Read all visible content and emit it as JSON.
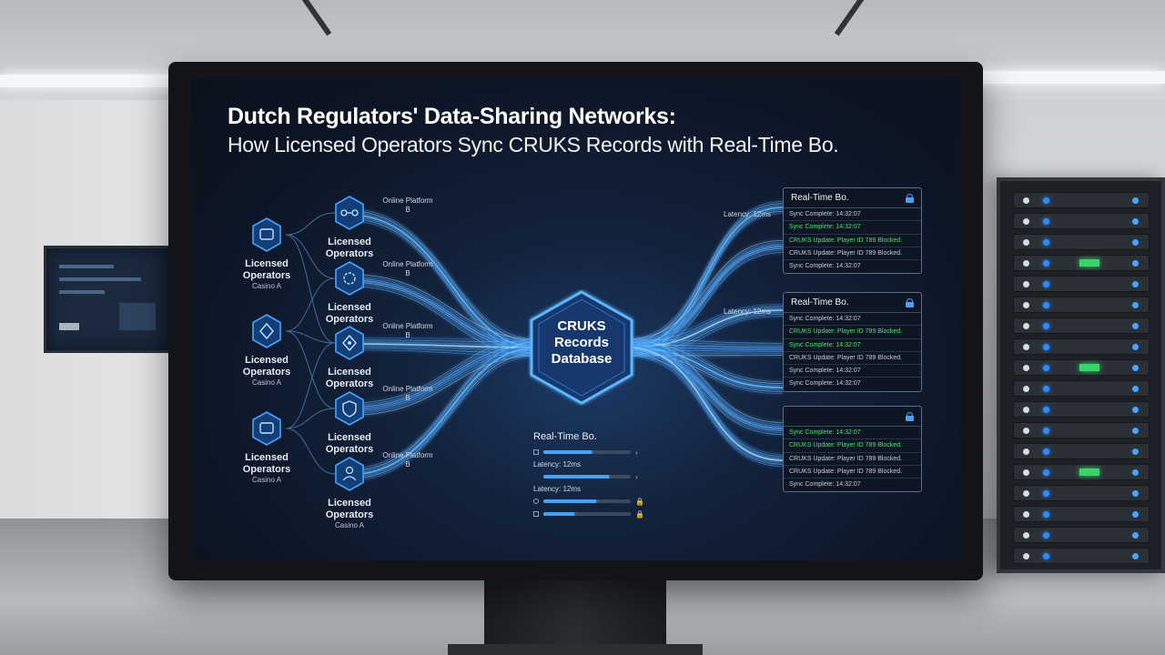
{
  "screen": {
    "title_line1": "Dutch Regulators' Data-Sharing Networks:",
    "title_line2": "How Licensed Operators Sync CRUKS Records with Real-Time Bo."
  },
  "left_operators": [
    {
      "label": "Licensed Operators",
      "sub": "Casino A"
    },
    {
      "label": "Licensed Operators",
      "sub": "Casino A"
    },
    {
      "label": "Licensed Operators",
      "sub": "Casino A"
    }
  ],
  "mid_operators": [
    {
      "label": "Licensed Operators",
      "sub": ""
    },
    {
      "label": "Licensed Operators",
      "sub": ""
    },
    {
      "label": "Licensed Operators",
      "sub": ""
    },
    {
      "label": "Licensed Operators",
      "sub": ""
    },
    {
      "label": "Licensed Operators",
      "sub": "Casino A"
    }
  ],
  "platform_labels": [
    "Online Platform B",
    "Online Platform B",
    "Online Platform B",
    "Online Platform B",
    "Online Platform B"
  ],
  "database": {
    "line1": "CRUKS",
    "line2": "Records",
    "line3": "Database"
  },
  "latency_labels": [
    "Latency: 12ms",
    "Latency: 12ms"
  ],
  "panels": [
    {
      "title": "Real-Time Bo.",
      "rows": [
        {
          "text": "Sync Complete: 14:32:07",
          "status": "normal"
        },
        {
          "text": "Sync Complete: 14:32:07",
          "status": "success"
        },
        {
          "text": "CRUKS Update: Player ID 789 Blocked.",
          "status": "success"
        },
        {
          "text": "CRUKS Update: Player ID 789 Blocked.",
          "status": "normal"
        },
        {
          "text": "Sync Complete: 14:32:07",
          "status": "normal"
        }
      ]
    },
    {
      "title": "Real-Time Bo.",
      "rows": [
        {
          "text": "Sync Complete: 14:32:07",
          "status": "normal"
        },
        {
          "text": "CRUKS Update: Player ID 789 Blocked.",
          "status": "success"
        },
        {
          "text": "Sync Complete: 14:32:07",
          "status": "success"
        },
        {
          "text": "CRUKS Update: Player ID 789 Blocked.",
          "status": "normal"
        },
        {
          "text": "Sync Complete: 14:32:07",
          "status": "normal"
        },
        {
          "text": "Sync Complete: 14:32:07",
          "status": "normal"
        }
      ]
    },
    {
      "title": "",
      "rows": [
        {
          "text": "Sync Complete: 14:32:07",
          "status": "success"
        },
        {
          "text": "CRUKS Update: Player ID 789 Blocked.",
          "status": "success"
        },
        {
          "text": "CRUKS Update: Player ID 789 Blocked.",
          "status": "normal"
        },
        {
          "text": "CRUKS Update: Player ID 789 Blocked.",
          "status": "normal"
        },
        {
          "text": "Sync Complete: 14:32:07",
          "status": "normal"
        }
      ]
    }
  ],
  "mini_status": {
    "title": "Real-Time Bo.",
    "latency_label": "Latency: 12ms",
    "bars": [
      {
        "progress": 0.55,
        "end": "›"
      },
      {
        "progress": 0.75,
        "end": "›"
      },
      {
        "progress": 0.6,
        "end": "🔒"
      },
      {
        "progress": 0.35,
        "end": "🔒"
      }
    ]
  },
  "colors": {
    "accent": "#3fa5ff",
    "success": "#4be36c",
    "screen_bg": "#0d1626",
    "panel_border": "#5c6f86"
  }
}
